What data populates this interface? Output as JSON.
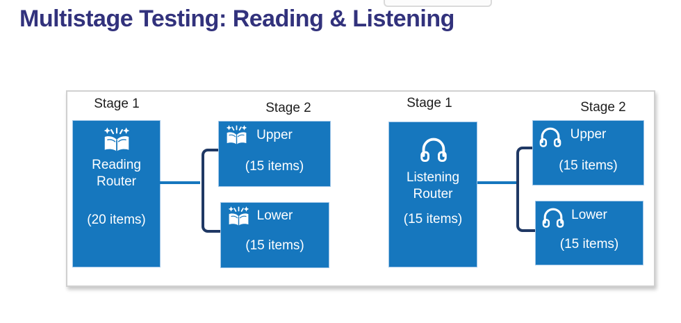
{
  "title": "Multistage Testing: Reading & Listening",
  "colors": {
    "box_blue": "#1677BE",
    "bracket_navy": "#1F3864",
    "title_color": "#32327C"
  },
  "diagram": {
    "reading": {
      "stage1_label": "Stage 1",
      "stage2_label": "Stage 2",
      "router": {
        "icon": "open-book-sparkles-icon",
        "line1": "Reading",
        "line2": "Router",
        "items": "(20 items)"
      },
      "upper": {
        "icon": "open-book-sparkles-icon",
        "label": "Upper",
        "items": "(15 items)"
      },
      "lower": {
        "icon": "open-book-sparkles-icon",
        "label": "Lower",
        "items": "(15 items)"
      }
    },
    "listening": {
      "stage1_label": "Stage 1",
      "stage2_label": "Stage 2",
      "router": {
        "icon": "headphones-icon",
        "line1": "Listening",
        "line2": "Router",
        "items": "(15 items)"
      },
      "upper": {
        "icon": "headphones-icon",
        "label": "Upper",
        "items": "(15 items)"
      },
      "lower": {
        "icon": "headphones-icon",
        "label": "Lower",
        "items": "(15 items)"
      }
    }
  }
}
